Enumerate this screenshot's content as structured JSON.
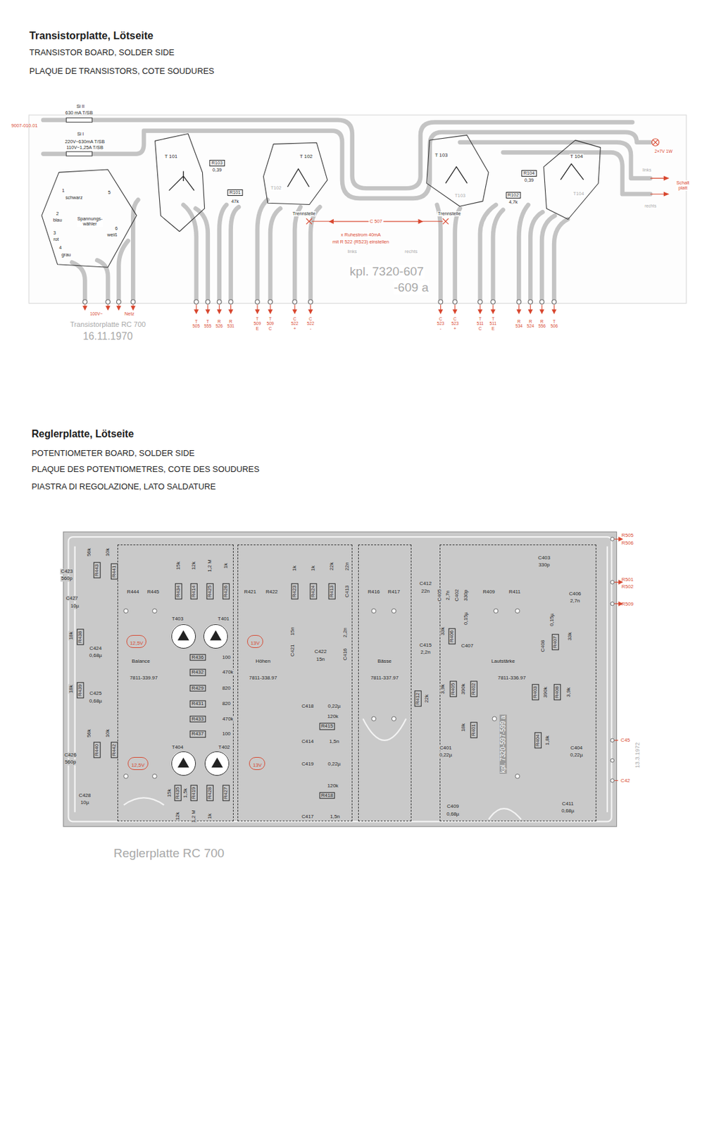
{
  "diagram": {
    "title": "Transistorplatte, Lötseite",
    "nodes": [
      {
        "text": [
          "1",
          "schwarz",
          "2",
          "blau",
          "3",
          "rot",
          "4",
          "grau",
          "5",
          "6",
          "weiß",
          "Spannungs- wähler"
        ]
      },
      {
        "text": [
          "T 101"
        ]
      },
      {
        "text": [
          "T 102"
        ]
      },
      {
        "text": [
          "T 103"
        ]
      },
      {
        "text": [
          "T 104"
        ]
      },
      {
        "text": [
          "Balance",
          "7811-339.97"
        ]
      },
      {
        "text": [
          "12,5V"
        ],
        "in": 5
      },
      {
        "text": [
          "T403"
        ],
        "in": 5
      },
      {
        "text": [
          "T401"
        ],
        "in": 5
      },
      {
        "text": [
          "12,5V"
        ],
        "in": 5
      },
      {
        "text": [
          "T404"
        ],
        "in": 5
      },
      {
        "text": [
          "T402"
        ],
        "in": 5
      },
      {
        "text": [
          "Höhen",
          "7811-338.97"
        ]
      },
      {
        "text": [
          "13V"
        ],
        "in": 12
      },
      {
        "text": [
          "13V"
        ],
        "in": 12
      },
      {
        "text": [
          "Bässe",
          "7811-337.97"
        ]
      },
      {
        "text": [
          "Lautstärke",
          "7811-336.97"
        ]
      }
    ],
    "edges": [
      {
        "from": 2,
        "to": 3,
        "label": "C 507",
        "arrow": "both"
      }
    ],
    "labels": [
      "TRANSISTOR BOARD, SOLDER SIDE",
      "PLAQUE DE TRANSISTORS, COTE SOUDURES",
      "Si II",
      "630 mA T/SB",
      "9007-010.01",
      "Si I",
      "220V~630mA T/SB",
      "110V~1,25A T/SB",
      "R103",
      "0,39",
      "R101",
      "47k",
      "T102",
      "Trennstelle",
      "Trennstelle",
      "T103",
      "R104",
      "0,39",
      "R102",
      "4,7k",
      "T104",
      "x Ruhestrom 40mA",
      "mit R 522 (R523) einstellen",
      "links",
      "rechts",
      "kpl. 7320-607",
      "-609 a",
      "2×7V 1W",
      "links",
      "Schalt platt",
      "rechts",
      "100V~",
      "Netz",
      "Transistorplatte RC 700",
      "16.11.1970",
      "T 505",
      "T 555",
      "R 526",
      "R 531",
      "T 509 E",
      "T 509 C",
      "C 522 +",
      "C 522 -",
      "C 523 -",
      "C 523 +",
      "T 511 C",
      "T 511 E",
      "R 534",
      "R 524",
      "R 556",
      "T 506",
      "Reglerplatte, Lötseite",
      "POTENTIOMETER BOARD, SOLDER SIDE",
      "PLAQUE DES POTENTIOMETRES, COTE DES SOUDURES",
      "PIASTRA DI REGOLAZIONE, LATO SALDATURE",
      "C423",
      "560p",
      "56k",
      "R443",
      "10k",
      "R441",
      "C427",
      "10µ",
      "18k",
      "R438",
      "C424",
      "0,68µ",
      "18k",
      "R439",
      "C425",
      "0,68µ",
      "56k",
      "R440",
      "10k",
      "R442",
      "C426",
      "560p",
      "C428",
      "10µ",
      "R444",
      "R445",
      "15k",
      "R434",
      "12k",
      "R414",
      "1,2 M",
      "R425",
      "1k",
      "R426",
      "R436",
      "100",
      "R432",
      "470k",
      "R429",
      "820",
      "R431",
      "820",
      "R433",
      "470k",
      "R437",
      "100",
      "15k",
      "R435",
      "1,5k",
      "R419",
      "R428",
      "R427",
      "12k",
      "1,2 M",
      "1k",
      "R421",
      "R422",
      "1k",
      "R423",
      "1k",
      "R424",
      "22k",
      "R413",
      "22n",
      "C413",
      "15n",
      "C421",
      "C422",
      "15n",
      "2,2n",
      "C416",
      "C418",
      "0,22µ",
      "120k",
      "R415",
      "C414",
      "1,5n",
      "C419",
      "0,22µ",
      "120k",
      "R418",
      "C417",
      "1,5n",
      "R416",
      "R417",
      "C412",
      "22n",
      "C415",
      "2,2n",
      "R412",
      "22k",
      "C405",
      "2,7n",
      "C402",
      "330p",
      "R409",
      "R411",
      "33k",
      "R406",
      "0,15µ",
      "C407",
      "3,9k",
      "R405",
      "390k",
      "R402",
      "18k",
      "R401",
      "C401",
      "0,22µ",
      "C409",
      "0,68µ",
      "kpl. 7320-597-599 a",
      "C403",
      "330p",
      "C406",
      "2,7n",
      "0,15µ",
      "C408",
      "R407",
      "33k",
      "R403",
      "390k",
      "R408",
      "3,9k",
      "R404",
      "1,8k",
      "C404",
      "0,22µ",
      "C411",
      "0,68µ",
      "R505",
      "R506",
      "R501",
      "R502",
      "R509",
      "C45",
      "C42",
      "13.3.1972",
      "Reglerplatte RC 700"
    ]
  }
}
